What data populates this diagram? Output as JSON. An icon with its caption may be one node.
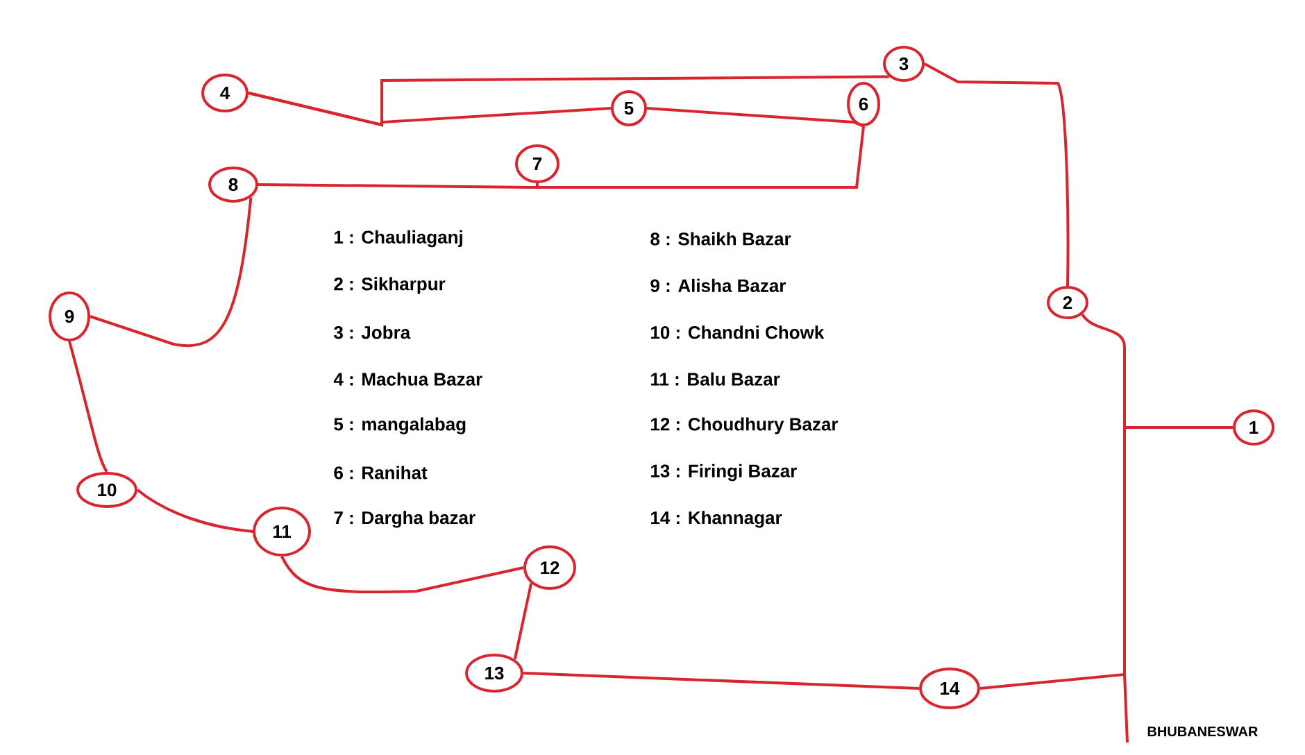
{
  "diagram": {
    "nodes": [
      {
        "text": [
          "1"
        ]
      },
      {
        "text": [
          "2"
        ]
      },
      {
        "text": [
          "3"
        ]
      },
      {
        "text": [
          "4"
        ]
      },
      {
        "text": [
          "5"
        ]
      },
      {
        "text": [
          "6"
        ]
      },
      {
        "text": [
          "7"
        ]
      },
      {
        "text": [
          "8"
        ]
      },
      {
        "text": [
          "9"
        ]
      },
      {
        "text": [
          "10"
        ]
      },
      {
        "text": [
          "11"
        ]
      },
      {
        "text": [
          "12"
        ]
      },
      {
        "text": [
          "13"
        ]
      },
      {
        "text": [
          "14"
        ]
      }
    ],
    "edges": [
      {
        "from": 0,
        "to": 1,
        "arrow": "none"
      },
      {
        "from": 1,
        "to": 2,
        "arrow": "none"
      },
      {
        "from": 2,
        "to": 3,
        "arrow": "none"
      },
      {
        "from": 3,
        "to": 4,
        "arrow": "none"
      },
      {
        "from": 4,
        "to": 5,
        "arrow": "none"
      },
      {
        "from": 5,
        "to": 6,
        "arrow": "none"
      },
      {
        "from": 6,
        "to": 7,
        "arrow": "none"
      },
      {
        "from": 7,
        "to": 8,
        "arrow": "none"
      },
      {
        "from": 8,
        "to": 9,
        "arrow": "none"
      },
      {
        "from": 9,
        "to": 10,
        "arrow": "none"
      },
      {
        "from": 10,
        "to": 11,
        "arrow": "none"
      },
      {
        "from": 11,
        "to": 12,
        "arrow": "none"
      },
      {
        "from": 12,
        "to": 13,
        "arrow": "none"
      },
      {
        "from": 13,
        "to": 0,
        "arrow": "none"
      }
    ],
    "labels": [
      "1 : Chauliaganj",
      "8 : Shaikh Bazar",
      "2 : Sikharpur",
      "9 : Alisha Bazar",
      "3 : Jobra",
      "10 : Chandni Chowk",
      "4 : Machua Bazar",
      "11 : Balu Bazar",
      "5 : mangalabag",
      "12 : Choudhury Bazar",
      "6 : Ranihat",
      "13 : Firingi Bazar",
      "7 : Dargha bazar",
      "14 : Khannagar",
      "BHUBANESWAR"
    ]
  }
}
